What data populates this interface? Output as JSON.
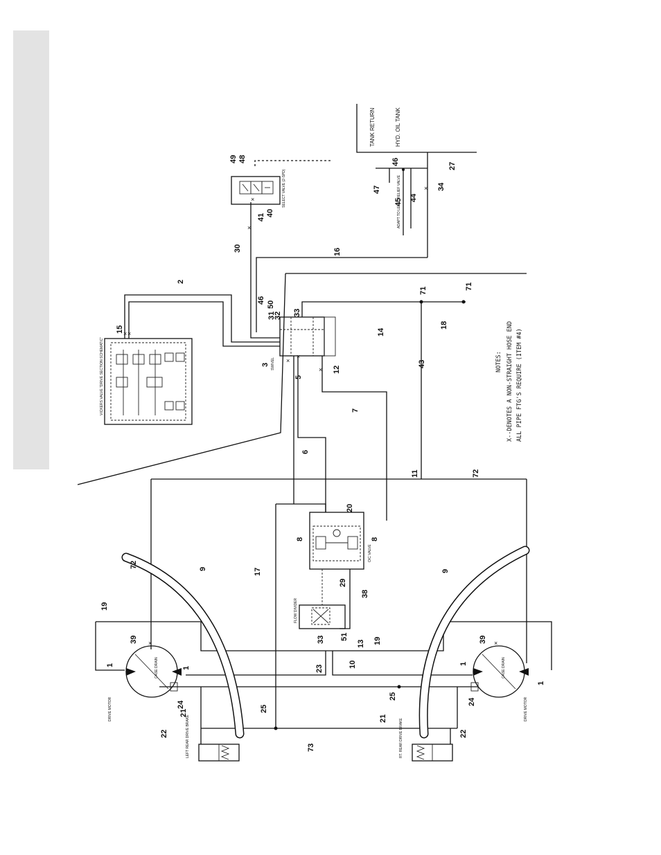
{
  "component_labels": {
    "tank_return": "TANK RETURN",
    "hyd_oil_tank": "HYD. OIL TANK",
    "select_valve": "SELECT VALVE (2-SPD)",
    "vickers_valve": "VICKERS VALVE \"DRIVE SECTION SCHEMATIC\"",
    "swivel": "SWIVEL",
    "oc_valve": "O/C VALVE",
    "flow_divider": "FLOW DIVIDER",
    "drive_motor_left": "DRIVE MOTOR",
    "drive_motor_right": "DRIVE MOTOR",
    "left_rear_brake": "LEFT REAR DRIVE BRAKE",
    "rt_rear_brake": "RT. REAR DRIVE BRAKE",
    "relief_valve_note": "ADAPT TO LEVEL RELIEF VALVE",
    "case_drain": "CASE DRAIN",
    "two_spd": "2-SPD"
  },
  "notes": {
    "title": "NOTES:",
    "line1": "X--DENOTES A NON-STRAIGHT HOSE END",
    "line2": "ALL PIPE FTG'S REQUIRE (ITEM #4)"
  },
  "callouts": [
    "1",
    "2",
    "3",
    "5",
    "6",
    "7",
    "8",
    "9",
    "10",
    "11",
    "12",
    "13",
    "14",
    "15",
    "16",
    "17",
    "18",
    "19",
    "20",
    "21",
    "22",
    "23",
    "24",
    "25",
    "27",
    "29",
    "30",
    "31",
    "32",
    "33",
    "34",
    "38",
    "39",
    "40",
    "41",
    "43",
    "44",
    "45",
    "46",
    "47",
    "48",
    "49",
    "50",
    "51",
    "71",
    "72",
    "73"
  ]
}
